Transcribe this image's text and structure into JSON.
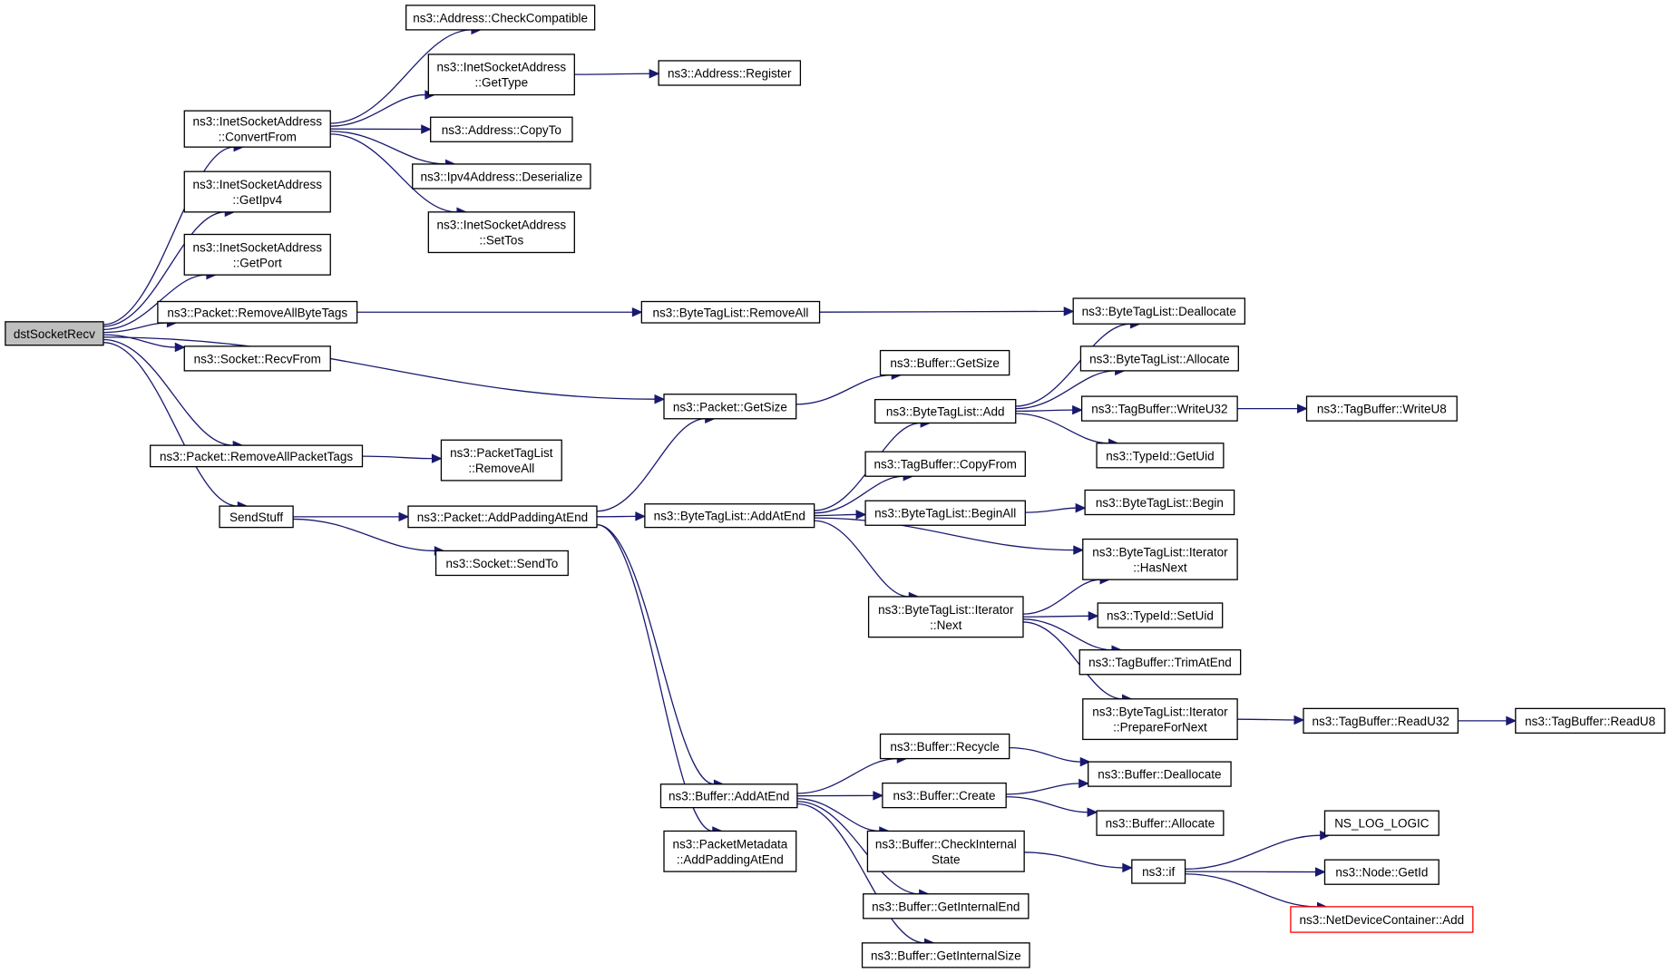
{
  "graph": {
    "title": "",
    "colors": {
      "edge": "#191970",
      "root_fill": "#bfbfbf",
      "highlight_border": "#ff0000"
    },
    "nodes": [
      {
        "id": "dst",
        "lines": [
          "dstSocketRecv"
        ],
        "root": true
      },
      {
        "id": "convertFrom",
        "lines": [
          "ns3::InetSocketAddress",
          "::ConvertFrom"
        ]
      },
      {
        "id": "getIpv4",
        "lines": [
          "ns3::InetSocketAddress",
          "::GetIpv4"
        ]
      },
      {
        "id": "getPort",
        "lines": [
          "ns3::InetSocketAddress",
          "::GetPort"
        ]
      },
      {
        "id": "removeAllByteTags",
        "lines": [
          "ns3::Packet::RemoveAllByteTags"
        ]
      },
      {
        "id": "recvFrom",
        "lines": [
          "ns3::Socket::RecvFrom"
        ]
      },
      {
        "id": "removeAllPacketTags",
        "lines": [
          "ns3::Packet::RemoveAllPacketTags"
        ]
      },
      {
        "id": "sendStuff",
        "lines": [
          "SendStuff"
        ]
      },
      {
        "id": "checkCompatible",
        "lines": [
          "ns3::Address::CheckCompatible"
        ]
      },
      {
        "id": "getType",
        "lines": [
          "ns3::InetSocketAddress",
          "::GetType"
        ]
      },
      {
        "id": "addrRegister",
        "lines": [
          "ns3::Address::Register"
        ]
      },
      {
        "id": "copyTo",
        "lines": [
          "ns3::Address::CopyTo"
        ]
      },
      {
        "id": "deserialize",
        "lines": [
          "ns3::Ipv4Address::Deserialize"
        ]
      },
      {
        "id": "setTos",
        "lines": [
          "ns3::InetSocketAddress",
          "::SetTos"
        ]
      },
      {
        "id": "btlRemoveAll",
        "lines": [
          "ns3::ByteTagList::RemoveAll"
        ]
      },
      {
        "id": "btlDeallocate",
        "lines": [
          "ns3::ByteTagList::Deallocate"
        ]
      },
      {
        "id": "pktGetSize",
        "lines": [
          "ns3::Packet::GetSize"
        ]
      },
      {
        "id": "bufGetSize",
        "lines": [
          "ns3::Buffer::GetSize"
        ]
      },
      {
        "id": "ptlRemoveAll",
        "lines": [
          "ns3::PacketTagList",
          "::RemoveAll"
        ]
      },
      {
        "id": "addPaddingAtEnd",
        "lines": [
          "ns3::Packet::AddPaddingAtEnd"
        ]
      },
      {
        "id": "sendTo",
        "lines": [
          "ns3::Socket::SendTo"
        ]
      },
      {
        "id": "btlAddAtEnd",
        "lines": [
          "ns3::ByteTagList::AddAtEnd"
        ]
      },
      {
        "id": "btlAdd",
        "lines": [
          "ns3::ByteTagList::Add"
        ]
      },
      {
        "id": "btlAllocate",
        "lines": [
          "ns3::ByteTagList::Allocate"
        ]
      },
      {
        "id": "tbWriteU32",
        "lines": [
          "ns3::TagBuffer::WriteU32"
        ]
      },
      {
        "id": "tbWriteU8",
        "lines": [
          "ns3::TagBuffer::WriteU8"
        ]
      },
      {
        "id": "typeGetUid",
        "lines": [
          "ns3::TypeId::GetUid"
        ]
      },
      {
        "id": "tbCopyFrom",
        "lines": [
          "ns3::TagBuffer::CopyFrom"
        ]
      },
      {
        "id": "btlBeginAll",
        "lines": [
          "ns3::ByteTagList::BeginAll"
        ]
      },
      {
        "id": "btlBegin",
        "lines": [
          "ns3::ByteTagList::Begin"
        ]
      },
      {
        "id": "iterHasNext",
        "lines": [
          "ns3::ByteTagList::Iterator",
          "::HasNext"
        ]
      },
      {
        "id": "iterNext",
        "lines": [
          "ns3::ByteTagList::Iterator",
          "::Next"
        ]
      },
      {
        "id": "typeSetUid",
        "lines": [
          "ns3::TypeId::SetUid"
        ]
      },
      {
        "id": "tbTrimAtEnd",
        "lines": [
          "ns3::TagBuffer::TrimAtEnd"
        ]
      },
      {
        "id": "iterPrepare",
        "lines": [
          "ns3::ByteTagList::Iterator",
          "::PrepareForNext"
        ]
      },
      {
        "id": "tbReadU32",
        "lines": [
          "ns3::TagBuffer::ReadU32"
        ]
      },
      {
        "id": "tbReadU8",
        "lines": [
          "ns3::TagBuffer::ReadU8"
        ]
      },
      {
        "id": "bufAddAtEnd",
        "lines": [
          "ns3::Buffer::AddAtEnd"
        ]
      },
      {
        "id": "pmAddPadding",
        "lines": [
          "ns3::PacketMetadata",
          "::AddPaddingAtEnd"
        ]
      },
      {
        "id": "bufRecycle",
        "lines": [
          "ns3::Buffer::Recycle"
        ]
      },
      {
        "id": "bufDeallocate",
        "lines": [
          "ns3::Buffer::Deallocate"
        ]
      },
      {
        "id": "bufCreate",
        "lines": [
          "ns3::Buffer::Create"
        ]
      },
      {
        "id": "bufAllocate",
        "lines": [
          "ns3::Buffer::Allocate"
        ]
      },
      {
        "id": "bufCheckState",
        "lines": [
          "ns3::Buffer::CheckInternal",
          "State"
        ]
      },
      {
        "id": "bufGetInternalEnd",
        "lines": [
          "ns3::Buffer::GetInternalEnd"
        ]
      },
      {
        "id": "bufGetInternalSize",
        "lines": [
          "ns3::Buffer::GetInternalSize"
        ]
      },
      {
        "id": "nsIf",
        "lines": [
          "ns3::if"
        ]
      },
      {
        "id": "nsLogLogic",
        "lines": [
          "NS_LOG_LOGIC"
        ]
      },
      {
        "id": "nodeGetId",
        "lines": [
          "ns3::Node::GetId"
        ]
      },
      {
        "id": "ndcAdd",
        "lines": [
          "ns3::NetDeviceContainer::Add"
        ],
        "highlight": true
      }
    ],
    "edges": [
      [
        "dst",
        "convertFrom"
      ],
      [
        "dst",
        "getIpv4"
      ],
      [
        "dst",
        "getPort"
      ],
      [
        "dst",
        "removeAllByteTags"
      ],
      [
        "dst",
        "recvFrom"
      ],
      [
        "dst",
        "pktGetSize"
      ],
      [
        "dst",
        "removeAllPacketTags"
      ],
      [
        "dst",
        "sendStuff"
      ],
      [
        "convertFrom",
        "checkCompatible"
      ],
      [
        "convertFrom",
        "getType"
      ],
      [
        "convertFrom",
        "copyTo"
      ],
      [
        "convertFrom",
        "deserialize"
      ],
      [
        "convertFrom",
        "setTos"
      ],
      [
        "getType",
        "addrRegister"
      ],
      [
        "removeAllByteTags",
        "btlRemoveAll"
      ],
      [
        "btlRemoveAll",
        "btlDeallocate"
      ],
      [
        "pktGetSize",
        "bufGetSize"
      ],
      [
        "removeAllPacketTags",
        "ptlRemoveAll"
      ],
      [
        "sendStuff",
        "addPaddingAtEnd"
      ],
      [
        "sendStuff",
        "sendTo"
      ],
      [
        "addPaddingAtEnd",
        "pktGetSize"
      ],
      [
        "addPaddingAtEnd",
        "btlAddAtEnd"
      ],
      [
        "addPaddingAtEnd",
        "bufAddAtEnd"
      ],
      [
        "addPaddingAtEnd",
        "pmAddPadding"
      ],
      [
        "btlAddAtEnd",
        "btlAdd"
      ],
      [
        "btlAddAtEnd",
        "tbCopyFrom"
      ],
      [
        "btlAddAtEnd",
        "btlBeginAll"
      ],
      [
        "btlAddAtEnd",
        "iterHasNext"
      ],
      [
        "btlAddAtEnd",
        "iterNext"
      ],
      [
        "btlAdd",
        "btlDeallocate"
      ],
      [
        "btlAdd",
        "btlAllocate"
      ],
      [
        "btlAdd",
        "tbWriteU32"
      ],
      [
        "btlAdd",
        "typeGetUid"
      ],
      [
        "tbWriteU32",
        "tbWriteU8"
      ],
      [
        "btlBeginAll",
        "btlBegin"
      ],
      [
        "iterNext",
        "iterHasNext"
      ],
      [
        "iterNext",
        "typeSetUid"
      ],
      [
        "iterNext",
        "tbTrimAtEnd"
      ],
      [
        "iterNext",
        "iterPrepare"
      ],
      [
        "iterPrepare",
        "tbReadU32"
      ],
      [
        "tbReadU32",
        "tbReadU8"
      ],
      [
        "bufAddAtEnd",
        "bufRecycle"
      ],
      [
        "bufAddAtEnd",
        "bufCreate"
      ],
      [
        "bufAddAtEnd",
        "bufCheckState"
      ],
      [
        "bufAddAtEnd",
        "bufGetInternalEnd"
      ],
      [
        "bufAddAtEnd",
        "bufGetInternalSize"
      ],
      [
        "bufRecycle",
        "bufDeallocate"
      ],
      [
        "bufCreate",
        "bufDeallocate"
      ],
      [
        "bufCreate",
        "bufAllocate"
      ],
      [
        "bufCheckState",
        "nsIf"
      ],
      [
        "nsIf",
        "nsLogLogic"
      ],
      [
        "nsIf",
        "nodeGetId"
      ],
      [
        "nsIf",
        "ndcAdd"
      ]
    ]
  }
}
